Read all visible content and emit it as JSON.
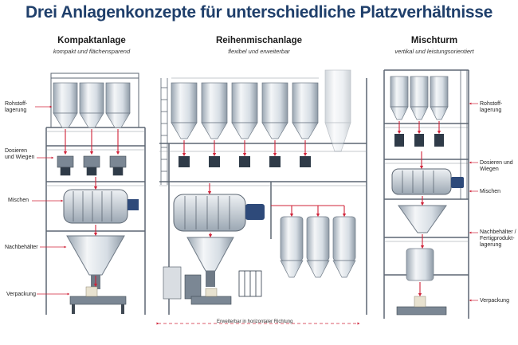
{
  "title": "Drei Anlagenkonzepte für unterschiedliche Platzverhältnisse",
  "panels": [
    {
      "title": "Kompaktanlage",
      "subtitle": "kompakt und flächensparend"
    },
    {
      "title": "Reihenmischanlage",
      "subtitle": "flexibel und erweiterbar"
    },
    {
      "title": "Mischturm",
      "subtitle": "vertikal und leistungsorientiert"
    }
  ],
  "left_labels": {
    "rohstoff": "Rohstoff-\nlagerung",
    "dosieren": "Dosieren\nund Wiegen",
    "mischen": "Mischen",
    "nachbehaelter": "Nachbehälter",
    "verpackung": "Verpackung"
  },
  "right_labels": {
    "rohstoff": "Rohstoff-\nlagerung",
    "dosieren": "Dosieren und Wiegen",
    "mischen": "Mischen",
    "nachbehaelter": "Nachbehälter /\nFertigprodukt-\nlagerung",
    "verpackung": "Verpackung"
  },
  "expand_note": "Erweiterbar in horizontaler Richtung",
  "colors": {
    "title": "#1f3f6b",
    "arrow": "#d0243a",
    "steel": "#c9d2dc",
    "motor": "#2e4a7a"
  }
}
